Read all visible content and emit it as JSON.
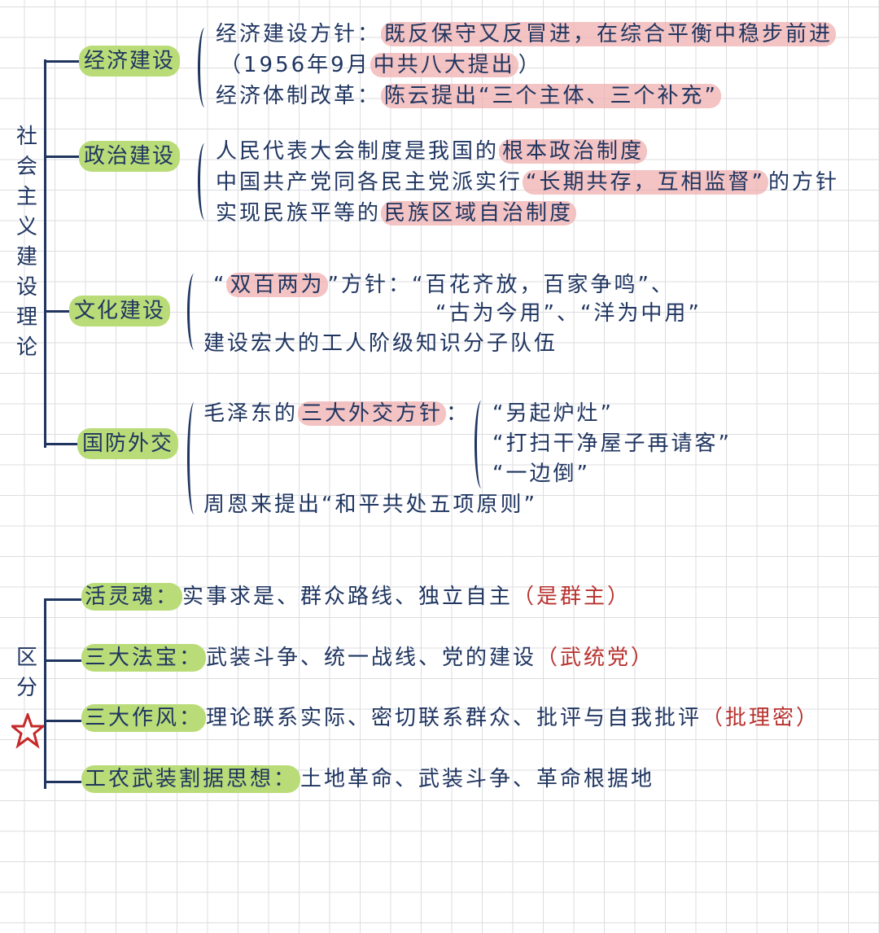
{
  "section1": {
    "title": "社会主义建设理论",
    "branches": [
      {
        "label": "经济建设",
        "lines": [
          [
            {
              "t": "经济建设方针："
            },
            {
              "t": "既反保守又反冒进，在综合平衡中稳步前进",
              "hl": true
            }
          ],
          [
            {
              "t": "（1956年9月"
            },
            {
              "t": "中共八大提出",
              "hl": true
            },
            {
              "t": "）"
            }
          ],
          [
            {
              "t": "经济体制改革："
            },
            {
              "t": "陈云提出“三个主体、三个补充”",
              "hl": true
            }
          ]
        ]
      },
      {
        "label": "政治建设",
        "lines": [
          [
            {
              "t": "人民代表大会制度是我国的"
            },
            {
              "t": "根本政治制度",
              "hl": true
            }
          ],
          [
            {
              "t": "中国共产党同各民主党派实行"
            },
            {
              "t": "“长期共存，互相监督”",
              "hl": true
            },
            {
              "t": "的方针"
            }
          ],
          [
            {
              "t": "实现民族平等的"
            },
            {
              "t": "民族区域自治制度",
              "hl": true
            }
          ]
        ]
      },
      {
        "label": "文化建设",
        "lines": [
          [
            {
              "t": "“"
            },
            {
              "t": "双百两为",
              "hl": true
            },
            {
              "t": "”方针：“百花齐放，百家争鸣”、"
            }
          ],
          [
            {
              "t": "“古为今用”、“洋为中用”"
            }
          ],
          [
            {
              "t": "建设宏大的工人阶级知识分子队伍"
            }
          ]
        ]
      },
      {
        "label": "国防外交",
        "lines": [
          [
            {
              "t": "毛泽东的"
            },
            {
              "t": "三大外交方针",
              "hl": true
            },
            {
              "t": "："
            }
          ],
          [
            {
              "t": "“另起炉灶”"
            }
          ],
          [
            {
              "t": "“打扫干净屋子再请客”"
            }
          ],
          [
            {
              "t": "“一边倒”"
            }
          ],
          [
            {
              "t": "周恩来提出“和平共处五项原则”"
            }
          ]
        ]
      }
    ]
  },
  "section2": {
    "title": "区分",
    "star_color": "#c62828",
    "items": [
      {
        "label": "活灵魂：",
        "text": "实事求是、群众路线、独立自主",
        "mnemonic": "（是群主）"
      },
      {
        "label": "三大法宝：",
        "text": "武装斗争、统一战线、党的建设",
        "mnemonic": "（武统党）"
      },
      {
        "label": "三大作风：",
        "text": "理论联系实际、密切联系群众、批评与自我批评",
        "mnemonic": "（批理密）"
      },
      {
        "label": "工农武装割据思想：",
        "text": "土地革命、武装斗争、革命根据地",
        "mnemonic": ""
      }
    ]
  }
}
